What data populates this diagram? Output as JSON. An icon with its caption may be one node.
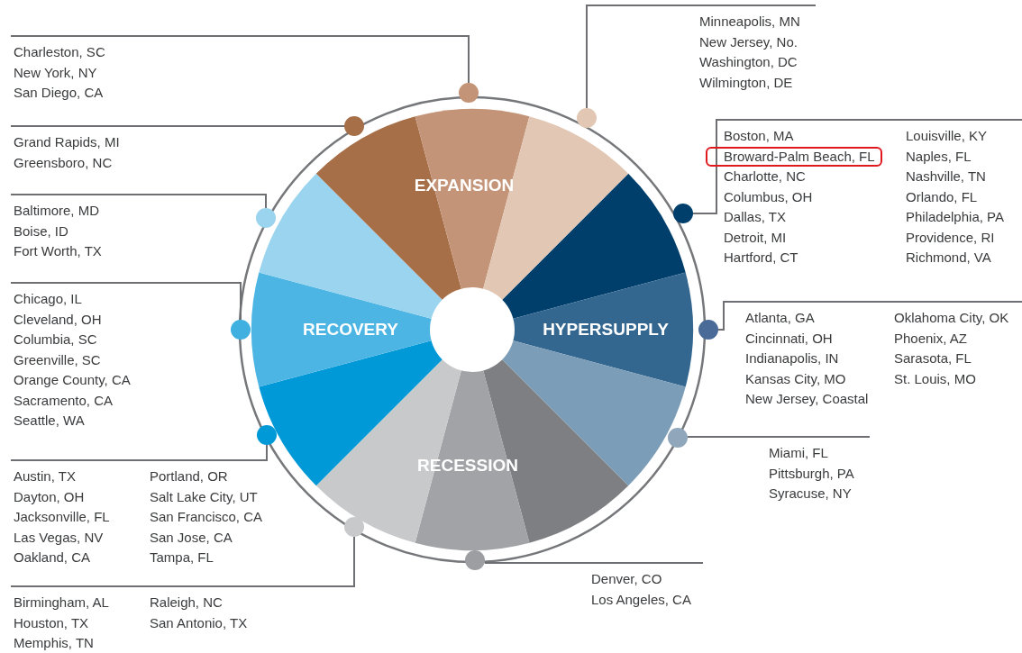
{
  "diagram": {
    "nodes": [
      {
        "text": [
          "Charleston, SC",
          "New York, NY",
          "San Diego, CA"
        ]
      },
      {
        "text": [],
        "shape": "circle"
      },
      {
        "text": [
          "Minneapolis, MN",
          "New Jersey, No.",
          "Washington, DC",
          "Wilmington, DE"
        ]
      },
      {
        "text": [],
        "shape": "circle"
      },
      {
        "text": [
          "Grand Rapids, MI",
          "Greensboro, NC"
        ]
      },
      {
        "text": [],
        "shape": "circle"
      },
      {
        "text": [
          "Boston, MA",
          "Charlotte, NC",
          "Columbus, OH",
          "Dallas, TX",
          "Detroit, MI",
          "Hartford, CT",
          "Louisville, KY",
          "Naples, FL",
          "Nashville, TN",
          "Orlando, FL",
          "Philadelphia, PA",
          "Providence, RI",
          "Richmond, VA"
        ]
      },
      {
        "text": [
          "Broward-Palm Beach, FL"
        ],
        "in": 6
      },
      {
        "text": [],
        "shape": "circle"
      },
      {
        "text": [
          "Baltimore, MD",
          "Boise, ID",
          "Fort Worth, TX"
        ]
      },
      {
        "text": [],
        "shape": "circle"
      },
      {
        "text": [
          "Chicago, IL",
          "Cleveland, OH",
          "Columbia, SC",
          "Greenville, SC",
          "Orange County, CA",
          "Sacramento, CA",
          "Seattle, WA"
        ]
      },
      {
        "text": [],
        "shape": "circle"
      },
      {
        "text": [
          "Atlanta, GA",
          "Cincinnati, OH",
          "Indianapolis, IN",
          "Kansas City, MO",
          "New Jersey, Coastal",
          "Oklahoma City, OK",
          "Phoenix, AZ",
          "Sarasota, FL",
          "St. Louis, MO"
        ]
      },
      {
        "text": [],
        "shape": "circle"
      },
      {
        "text": [
          "Miami, FL",
          "Pittsburgh, PA",
          "Syracuse, NY"
        ]
      },
      {
        "text": [],
        "shape": "circle"
      },
      {
        "text": [
          "Austin, TX",
          "Dayton, OH",
          "Jacksonville, FL",
          "Las Vegas, NV",
          "Oakland, CA",
          "Portland, OR",
          "Salt Lake City, UT",
          "San Francisco, CA",
          "San Jose, CA",
          "Tampa, FL"
        ]
      },
      {
        "text": [],
        "shape": "circle"
      },
      {
        "text": [],
        "shape": "circle"
      },
      {
        "text": [
          "Birmingham, AL",
          "Houston, TX",
          "Memphis, TN",
          "Raleigh, NC",
          "San Antonio, TX"
        ]
      },
      {
        "text": [],
        "shape": "circle"
      },
      {
        "text": [
          "Denver, CO",
          "Los Angeles, CA"
        ]
      }
    ],
    "edges": [
      {
        "from": 0,
        "to": 1,
        "arrow": "none"
      },
      {
        "from": 2,
        "to": 3,
        "arrow": "none"
      },
      {
        "from": 4,
        "to": 5,
        "arrow": "none"
      },
      {
        "from": 6,
        "to": 8,
        "arrow": "none"
      },
      {
        "from": 9,
        "to": 10,
        "arrow": "none"
      },
      {
        "from": 11,
        "to": 12,
        "arrow": "none"
      },
      {
        "from": 13,
        "to": 14,
        "arrow": "none"
      },
      {
        "from": 15,
        "to": 16,
        "arrow": "none"
      },
      {
        "from": 17,
        "to": 18,
        "arrow": "none"
      },
      {
        "from": 20,
        "to": 19,
        "arrow": "none"
      },
      {
        "from": 22,
        "to": 21,
        "arrow": "none"
      }
    ],
    "labels": [
      "EXPANSION",
      "RECOVERY",
      "HYPERSUPPLY",
      "RECESSION"
    ]
  }
}
